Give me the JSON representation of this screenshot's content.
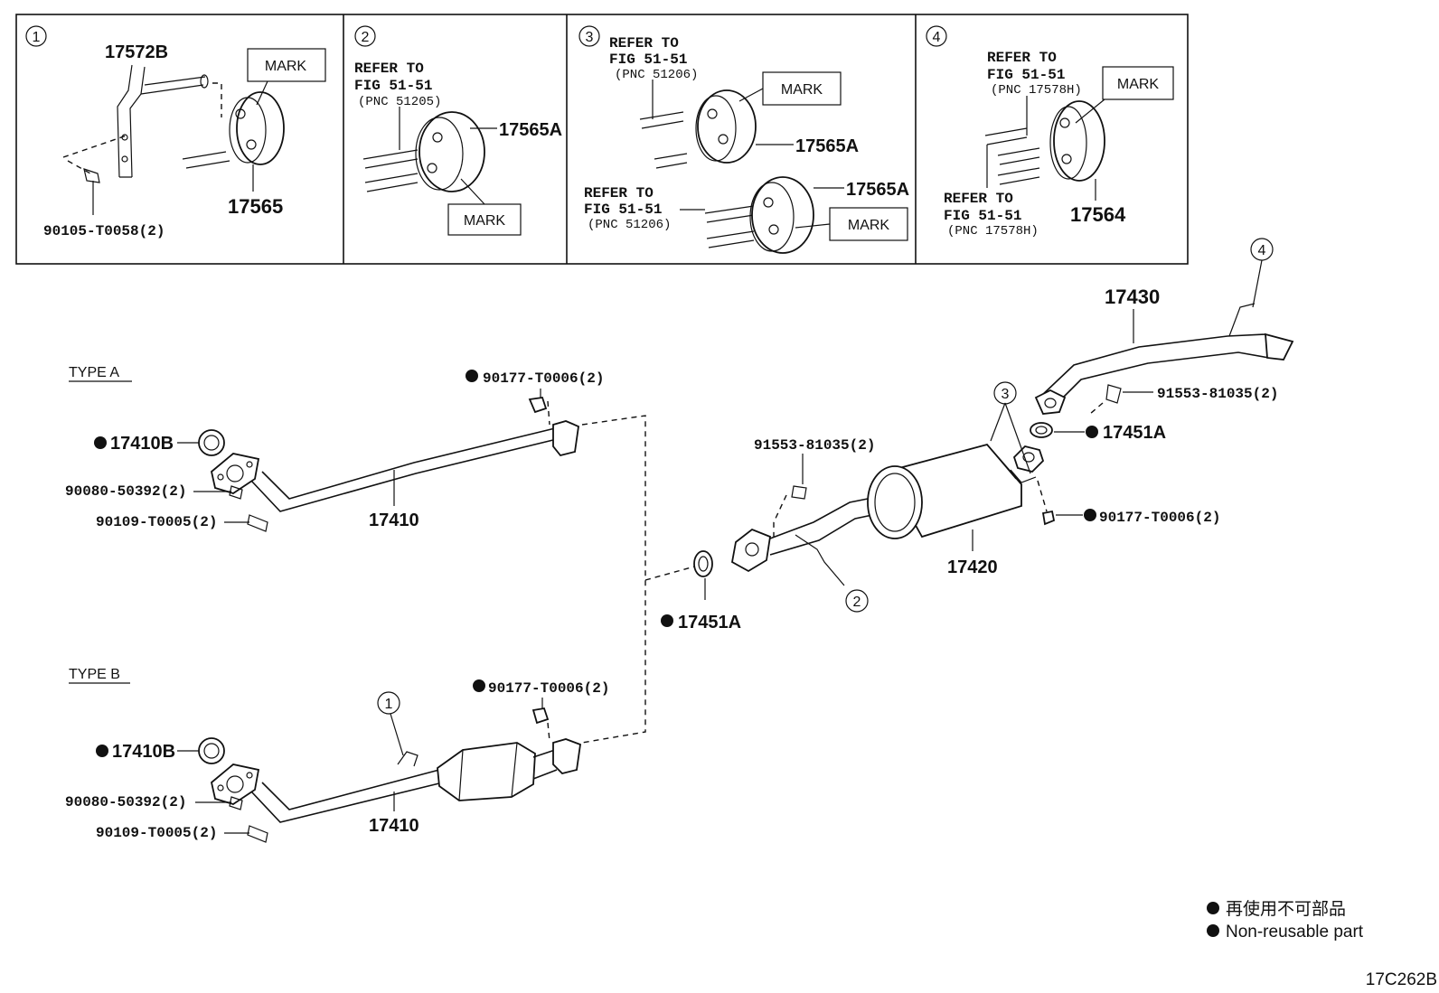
{
  "detail_boxes": [
    {
      "num": "1",
      "parts": [
        "17572B",
        "17565",
        "90105-T0058(2)"
      ],
      "mark": "MARK"
    },
    {
      "num": "2",
      "refer": [
        "REFER TO",
        "FIG 51-51",
        "(PNC 51205)"
      ],
      "parts": [
        "17565A"
      ],
      "mark": "MARK"
    },
    {
      "num": "3",
      "refer_top": [
        "REFER TO",
        "FIG 51-51",
        "(PNC 51206)"
      ],
      "refer_bottom": [
        "REFER TO",
        "FIG 51-51",
        "(PNC 51206)"
      ],
      "parts": [
        "17565A",
        "17565A"
      ],
      "marks": [
        "MARK",
        "MARK"
      ]
    },
    {
      "num": "4",
      "refer_top": [
        "REFER TO",
        "FIG 51-51",
        "(PNC 17578H)"
      ],
      "refer_bottom": [
        "REFER TO",
        "FIG 51-51",
        "(PNC 17578H)"
      ],
      "parts": [
        "17564"
      ],
      "mark": "MARK"
    }
  ],
  "type_a": {
    "label": "TYPE A",
    "parts": {
      "gasket": "17410B",
      "bolt": "90080-50392(2)",
      "stud": "90109-T0005(2)",
      "pipe": "17410",
      "nut": "90177-T0006(2)"
    }
  },
  "type_b": {
    "label": "TYPE B",
    "callout": "1",
    "parts": {
      "gasket": "17410B",
      "bolt": "90080-50392(2)",
      "stud": "90109-T0005(2)",
      "pipe": "17410",
      "nut": "90177-T0006(2)"
    }
  },
  "center": {
    "gasket": "17451A"
  },
  "muffler": {
    "part": "17420",
    "bolt": "91553-81035(2)",
    "nut": "90177-T0006(2)",
    "callouts": [
      "2",
      "3"
    ]
  },
  "tailpipe": {
    "part": "17430",
    "bolt": "91553-81035(2)",
    "gasket": "17451A",
    "callout": "4"
  },
  "legend": {
    "jp": "再使用不可部品",
    "en": "Non-reusable part"
  },
  "figure_code": "17C262B"
}
